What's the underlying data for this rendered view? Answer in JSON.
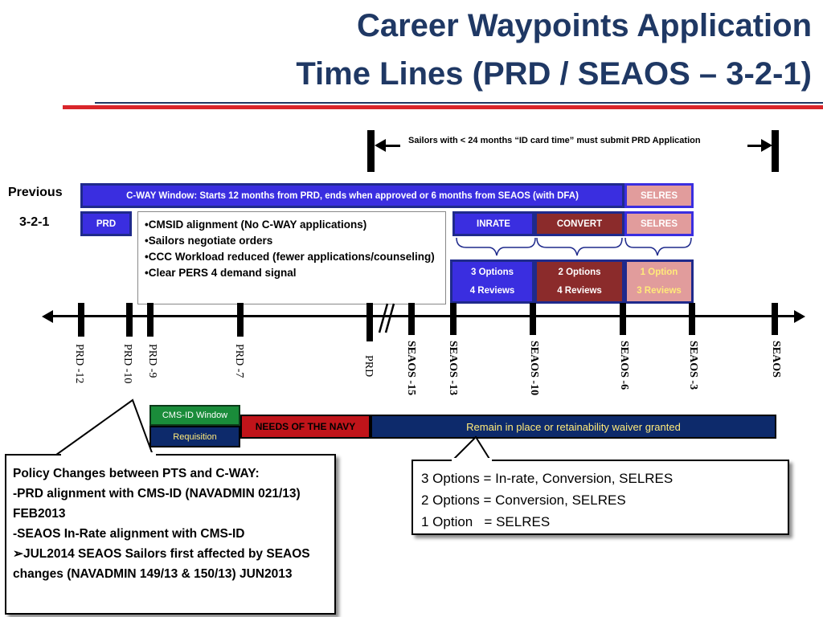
{
  "title": {
    "line1": "Career Waypoints Application",
    "line2": "Time Lines (PRD / SEAOS – 3-2-1)"
  },
  "header_note": "Sailors with < 24 months “ID card time” must submit PRD Application",
  "rows": {
    "previous": "Previous",
    "three_two_one": "3-2-1"
  },
  "cway_window": "C-WAY Window: Starts 12 months from PRD, ends when approved or 6 months from SEAOS (with DFA)",
  "selres": "SELRES",
  "prd_box": "PRD",
  "inrate": "INRATE",
  "convert": "CONVERT",
  "bullets": [
    "•CMSID alignment (No C-WAY applications)",
    "•Sailors negotiate orders",
    "•CCC Workload reduced (fewer applications/counseling)",
    "•Clear PERS 4 demand signal"
  ],
  "options": [
    {
      "top": "3 Options",
      "bottom": "4 Reviews"
    },
    {
      "top": "2 Options",
      "bottom": "4 Reviews"
    },
    {
      "top": "1 Option",
      "bottom": "3 Reviews"
    }
  ],
  "timeline_labels": {
    "prd_12": "PRD -12",
    "prd_10": "PRD -10",
    "prd_9": "PRD -9",
    "prd_7": "PRD -7",
    "prd": "PRD",
    "seaos_15": "SEAOS -15",
    "seaos_13": "SEAOS -13",
    "seaos_10": "SEAOS -10",
    "seaos_6": "SEAOS -6",
    "seaos_3": "SEAOS -3",
    "seaos": "SEAOS"
  },
  "bottom_bars": {
    "cms_id_window": "CMS-ID Window",
    "requisition": "Requisition",
    "needs_of_navy": "NEEDS OF THE NAVY",
    "remain": "Remain in place or retainability waiver granted"
  },
  "policy_callout": [
    "Policy Changes between PTS and C-WAY:",
    "-PRD alignment with CMS-ID (NAVADMIN 021/13) FEB2013",
    "-SEAOS In-Rate alignment with CMS-ID",
    "➢JUL2014 SEAOS Sailors first affected by SEAOS changes (NAVADMIN 149/13 & 150/13) JUN2013"
  ],
  "options_callout": [
    "3 Options = In-rate, Conversion, SELRES",
    "2 Options = Conversion, SELRES",
    "1 Option   = SELRES"
  ],
  "colors": {
    "title": "#1f3864",
    "accent_red": "#d9262b",
    "box_blue": "#3a2ee0",
    "box_brown": "#8b2b2b",
    "box_pink": "#e19c9c",
    "navy": "#0d2a6b",
    "green": "#1a8c3a"
  }
}
